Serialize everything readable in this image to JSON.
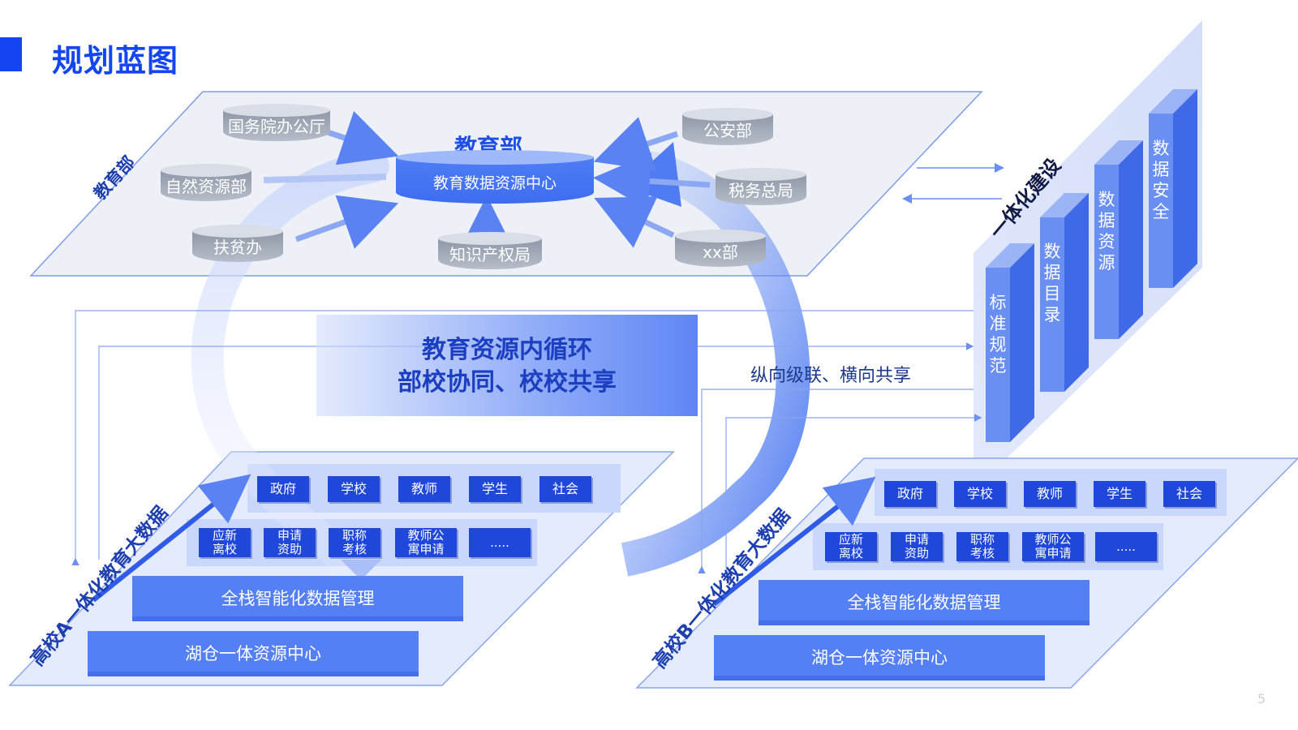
{
  "page": {
    "title": "规划蓝图",
    "page_number": "5"
  },
  "ministry": {
    "plane_label": "教育部",
    "title": "教育部",
    "center_db": "教育数据资源中心",
    "sources": [
      "国务院办公厅",
      "自然资源部",
      "扶贫办",
      "知识产权局",
      "公安部",
      "税务总局",
      "xx部"
    ]
  },
  "banner": {
    "line1": "教育资源内循环",
    "line2": "部校协同、校校共享"
  },
  "flow_label": "纵向级联、横向共享",
  "integration": {
    "label": "一体化建设",
    "pillars": [
      "标准规范",
      "数据目录",
      "数据资源",
      "数据安全"
    ]
  },
  "school_a": {
    "label": "高校A一体化教育大数据",
    "row1": [
      "政府",
      "学校",
      "教师",
      "学生",
      "社会"
    ],
    "row2": [
      "应新\n离校",
      "申请\n资助",
      "职称\n考核",
      "教师公\n寓申请",
      "....."
    ],
    "data_mgmt": "全栈智能化数据管理",
    "lake": "湖仓一体资源中心"
  },
  "school_b": {
    "label": "高校B一体化教育大数据",
    "row1": [
      "政府",
      "学校",
      "教师",
      "学生",
      "社会"
    ],
    "row2": [
      "应新\n离校",
      "申请\n资助",
      "职称\n考核",
      "教师公\n寓申请",
      "....."
    ],
    "data_mgmt": "全栈智能化数据管理",
    "lake": "湖仓一体资源中心"
  },
  "colors": {
    "accent": "#1346f2",
    "chip": "#1f47d9",
    "bar": "#5580f5",
    "plane": "#dfe8fc"
  }
}
